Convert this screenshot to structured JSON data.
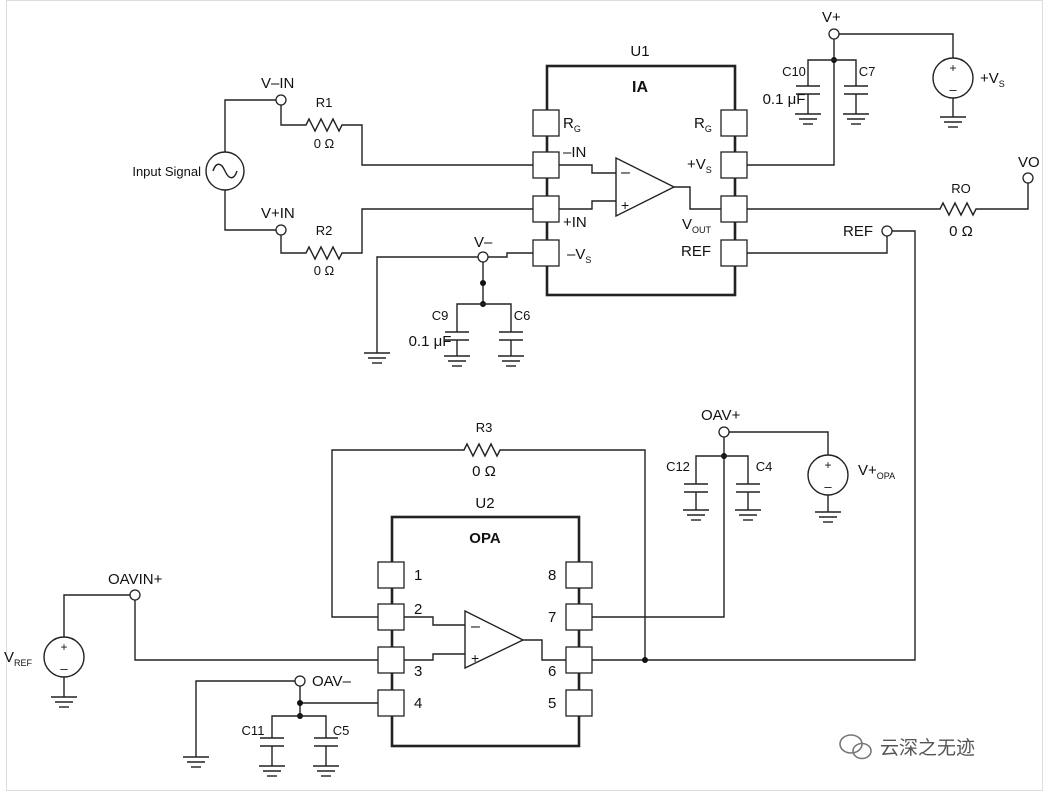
{
  "u1": {
    "ref": "U1",
    "title": "IA",
    "pins": {
      "rg_left": "R",
      "rg_left_sub": "G",
      "rg_right": "R",
      "rg_right_sub": "G",
      "in_neg": "–IN",
      "in_pos": "+IN",
      "vs_neg": "–V",
      "vs_neg_sub": "S",
      "vs_pos": "+V",
      "vs_pos_sub": "S",
      "vout": "V",
      "vout_sub": "OUT",
      "ref": "REF"
    }
  },
  "u2": {
    "ref": "U2",
    "title": "OPA",
    "pins": [
      "1",
      "2",
      "3",
      "4",
      "5",
      "6",
      "7",
      "8"
    ]
  },
  "opamp_symbols": {
    "minus": "–",
    "plus": "+"
  },
  "nets": {
    "vin_neg": "V–IN",
    "vin_pos": "V+IN",
    "vplus": "V+",
    "vminus": "V–",
    "vo": "VO",
    "ref": "REF",
    "oav_pos": "OAV+",
    "oav_neg": "OAV–",
    "oavin_pos": "OAVIN+"
  },
  "components": {
    "r1": {
      "name": "R1",
      "value": "0 Ω"
    },
    "r2": {
      "name": "R2",
      "value": "0 Ω"
    },
    "ro": {
      "name": "RO",
      "value": "0 Ω"
    },
    "r3": {
      "name": "R3",
      "value": "0 Ω"
    },
    "c10": {
      "name": "C10",
      "value": "0.1 μF"
    },
    "c7": {
      "name": "C7"
    },
    "c9": {
      "name": "C9",
      "value": "0.1 μF"
    },
    "c6": {
      "name": "C6"
    },
    "c12": {
      "name": "C12"
    },
    "c4": {
      "name": "C4"
    },
    "c11": {
      "name": "C11"
    },
    "c5": {
      "name": "C5"
    }
  },
  "sources": {
    "input_signal": "Input Signal",
    "vs": {
      "label": "+V",
      "sub": "S"
    },
    "vopa": {
      "label": "V+",
      "sub": "OPA"
    },
    "vref": {
      "label": "V",
      "sub": "REF"
    },
    "plus": "+",
    "minus": "–"
  },
  "watermark": "云深之无迹"
}
